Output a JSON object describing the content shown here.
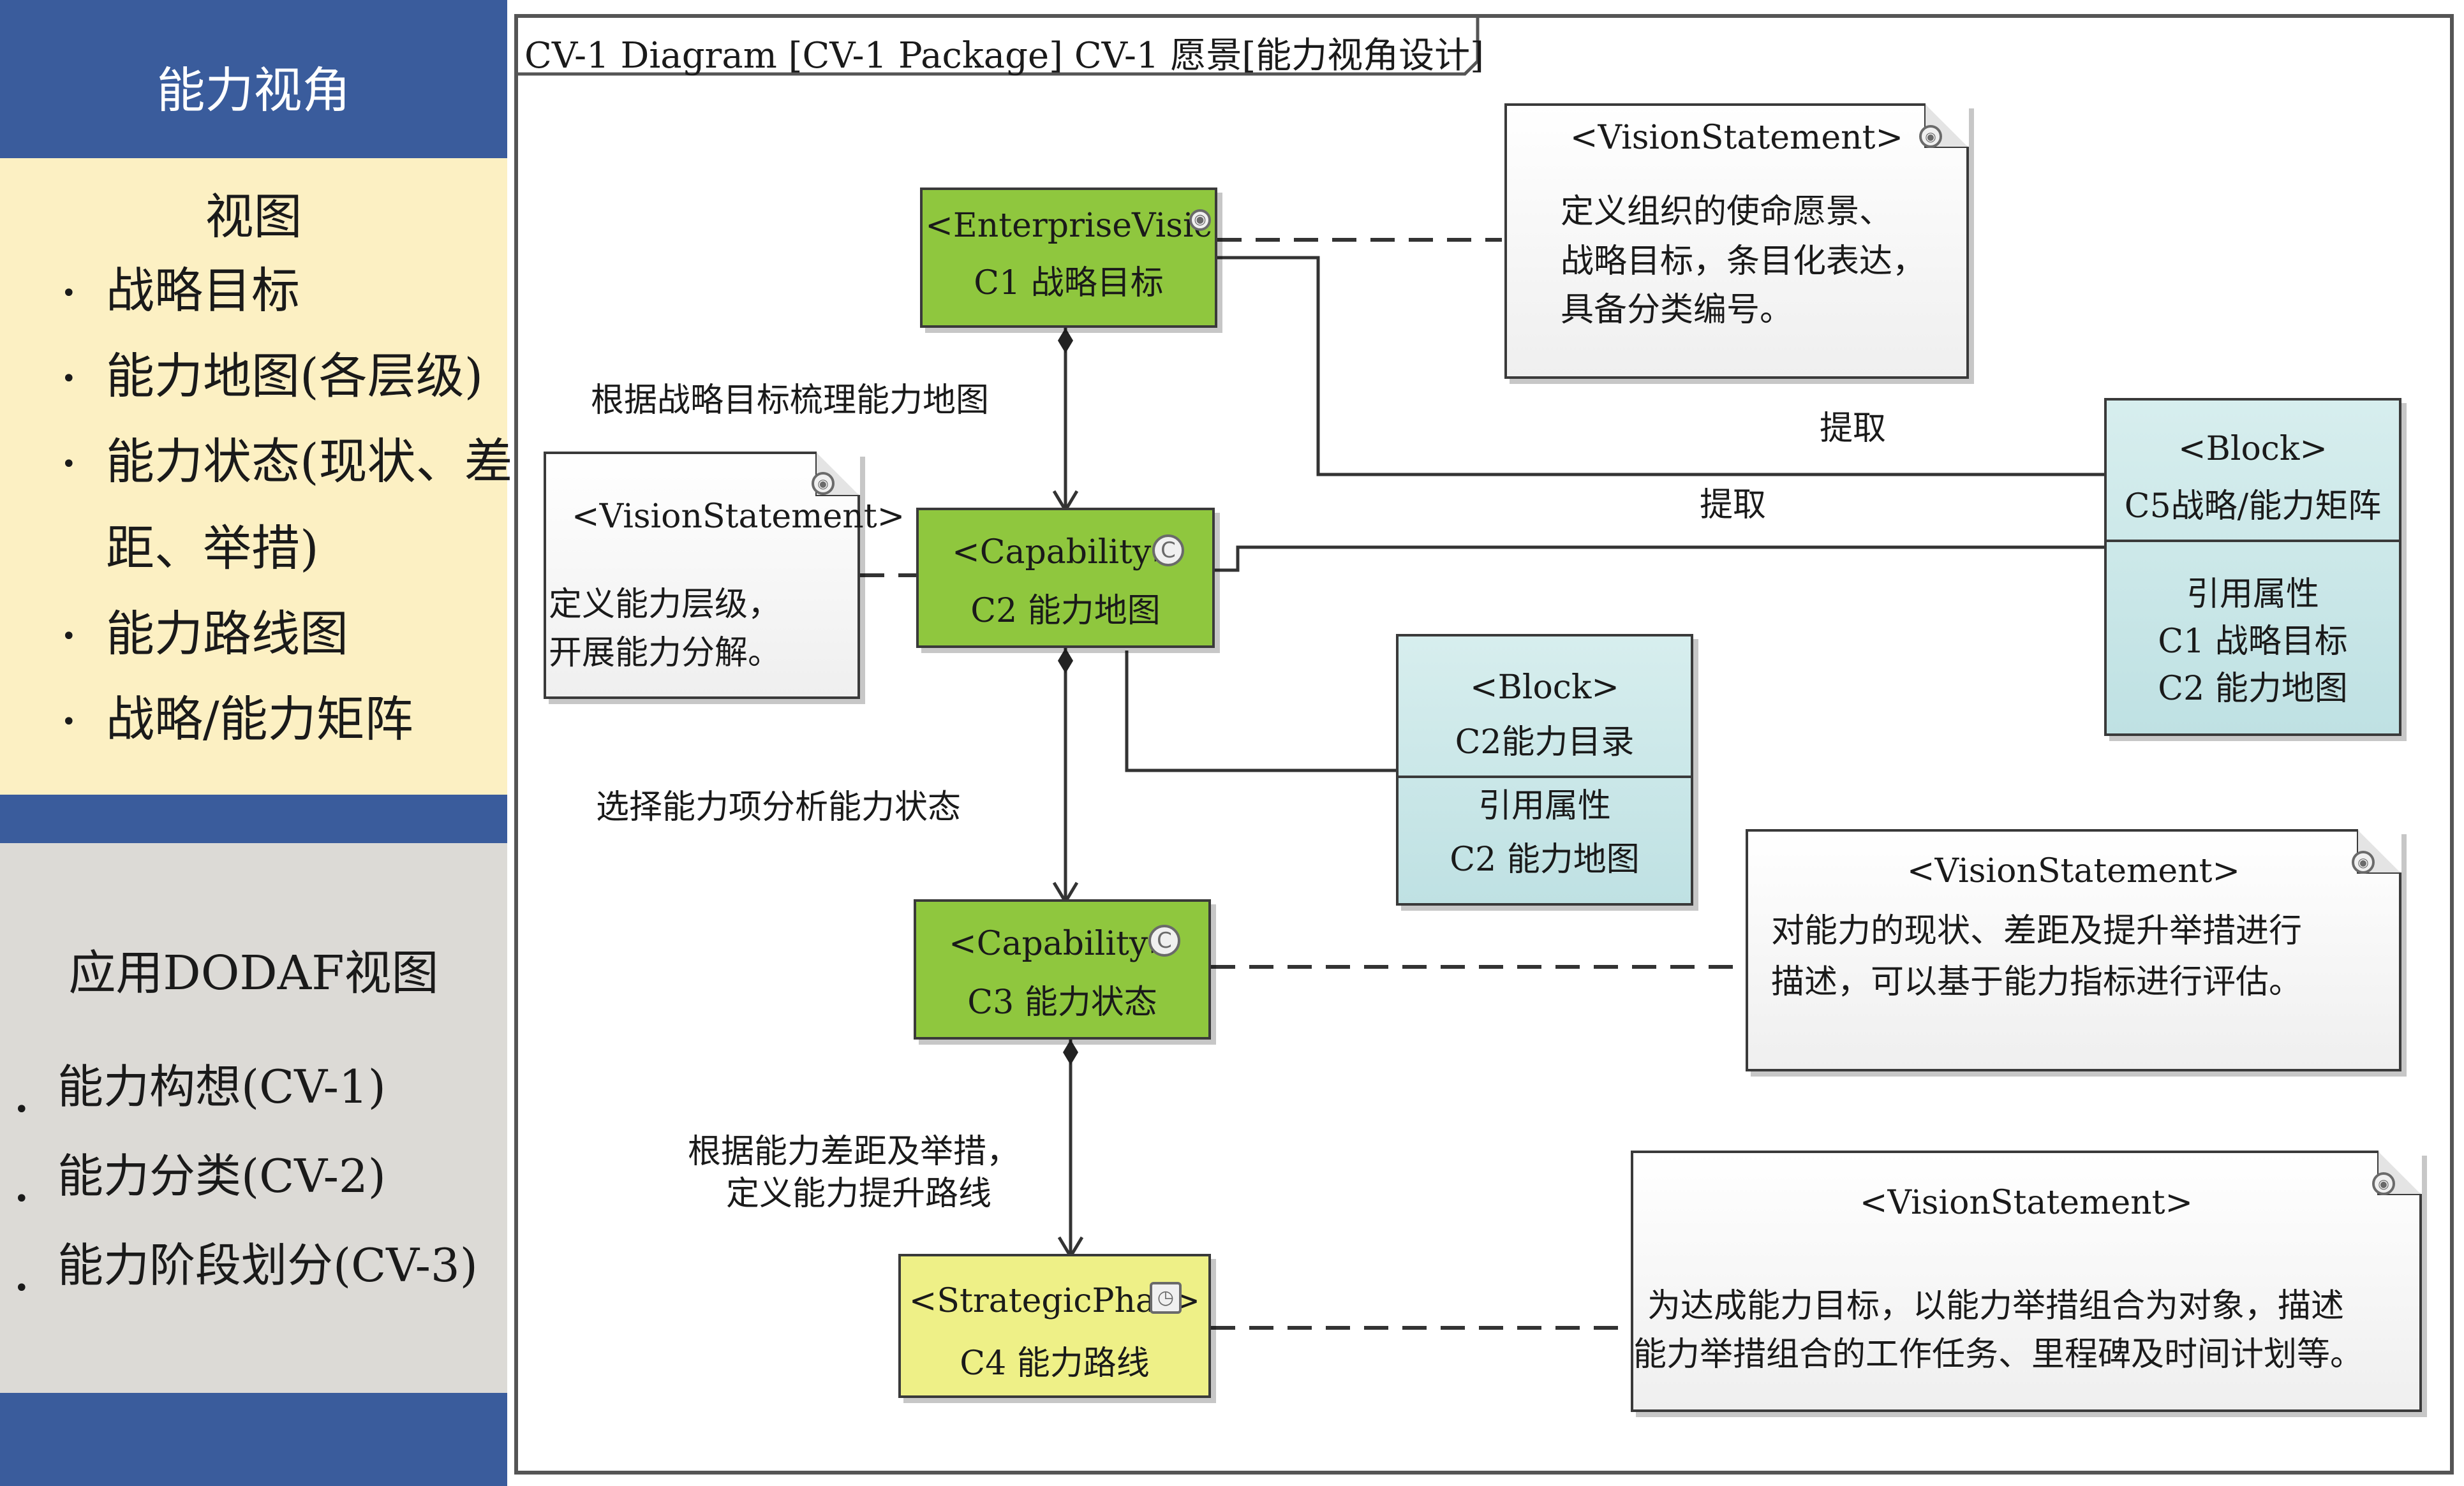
{
  "sidebar": {
    "header_title": "能力视角",
    "views": {
      "title": "视图",
      "items": [
        "战略目标",
        "能力地图(各层级)",
        "能力状态(现状、差",
        "距、举措)",
        "能力路线图",
        "战略/能力矩阵"
      ]
    },
    "dodaf": {
      "title": "应用DODAF视图",
      "items": [
        "能力构想(CV-1)",
        "能力分类(CV-2)",
        "能力阶段划分(CV-3)"
      ]
    },
    "colors": {
      "blue": "#3a5c9c",
      "yellow": "#fcf0c3",
      "gray": "#dcdad6"
    }
  },
  "diagram": {
    "frame_title": "CV-1 Diagram [CV-1 Package] CV-1  愿景[能力视角设计]",
    "nodes": {
      "c1": {
        "stereotype": "<EnterpriseVisic",
        "name": "C1 战略目标"
      },
      "c2": {
        "stereotype": "<Capability>",
        "name": "C2 能力地图"
      },
      "c3": {
        "stereotype": "<Capability>",
        "name": "C3 能力状态"
      },
      "c4": {
        "stereotype": "<StrategicPhas>",
        "name": "C4 能力路线"
      }
    },
    "blocks": {
      "c2_catalog": {
        "stereotype": "<Block>",
        "name": "C2能力目录",
        "compartment": [
          "引用属性",
          "C2 能力地图"
        ]
      },
      "c5_matrix": {
        "stereotype": "<Block>",
        "name": "C5战略/能力矩阵",
        "compartment": [
          "引用属性",
          "C1 战略目标",
          "C2 能力地图"
        ]
      }
    },
    "notes": {
      "n1": {
        "stereotype": "<VisionStatement>",
        "lines": [
          "定义组织的使命愿景、",
          "战略目标，条目化表达，",
          "具备分类编号。"
        ]
      },
      "n2": {
        "stereotype": "<VisionStatement>",
        "lines": [
          "定义能力层级，",
          "开展能力分解。"
        ]
      },
      "n3": {
        "stereotype": "<VisionStatement>",
        "lines": [
          "对能力的现状、差距及提升举措进行",
          "描述，可以基于能力指标进行评估。"
        ]
      },
      "n4": {
        "stereotype": "<VisionStatement>",
        "lines": [
          "为达成能力目标，以能力举措组合为对象，描述",
          "能力举措组合的工作任务、里程碑及时间计划等。"
        ]
      }
    },
    "edge_labels": {
      "c1_c2": "根据战略目标梳理能力地图",
      "c2_c3": "选择能力项分析能力状态",
      "c3_c4_line1": "根据能力差距及举措，",
      "c3_c4_line2": "定义能力提升路线",
      "extract_upper": "提取",
      "extract_lower": "提取"
    },
    "colors": {
      "capability": "#8fc73e",
      "phase": "#eef087",
      "block": "#c9e7e9",
      "note": "#f5f5f5"
    }
  }
}
